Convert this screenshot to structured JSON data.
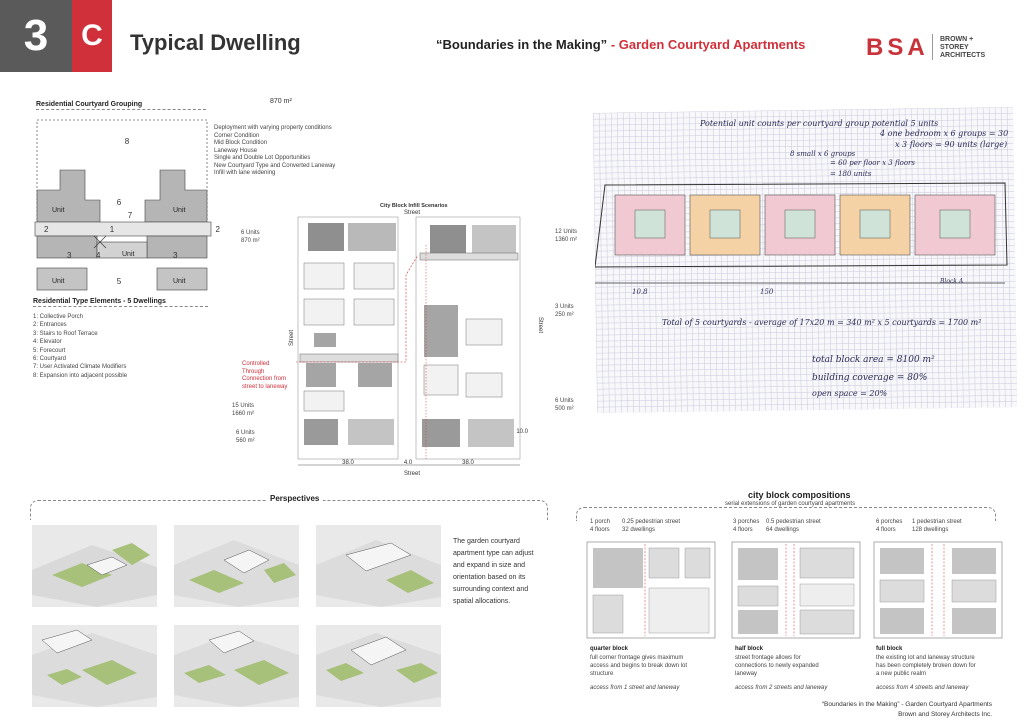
{
  "header": {
    "number": "3",
    "letter": "C",
    "title": "Typical Dwelling",
    "subtitle_quote": "“Boundaries in the Making”",
    "subtitle_rest": "- Garden Courtyard Apartments",
    "logo": "BSA",
    "logo_text_1": "BROWN +",
    "logo_text_2": "STOREY",
    "logo_text_3": "ARCHITECTS"
  },
  "grouping": {
    "title": "Residential Courtyard Grouping",
    "area": "870 m²",
    "notes": [
      "Deployment with varying property conditions",
      "Corner Condition",
      "Mid Block Condition",
      "Laneway House",
      "Single and Double Lot Opportunities",
      "New Courtyard Type and Converted Laneway",
      "Infill with lane widening"
    ],
    "numbers": [
      "8",
      "6",
      "7",
      "1",
      "2",
      "2",
      "3",
      "4",
      "3",
      "5"
    ],
    "unit_label": "Unit"
  },
  "type_elements": {
    "title": "Residential Type Elements - 5 Dwellings",
    "items": [
      "1: Collective Porch",
      "2: Entrances",
      "3: Stairs to Roof Terrace",
      "4: Elevator",
      "5: Forecourt",
      "6: Courtyard",
      "7: User Activated Climate Modifiers",
      "8: Expansion into adjacent possible"
    ]
  },
  "infill": {
    "title": "City Block Infill Scenarios",
    "street_top": "Street",
    "street_bottom": "Street",
    "street_left": "Street",
    "street_right": "Street",
    "left_labels": [
      {
        "u": "6 Units",
        "a": "870 m²"
      },
      {
        "u": "15 Units",
        "a": "1660 m²"
      },
      {
        "u": "6 Units",
        "a": "560 m²"
      }
    ],
    "controlled_1": "Controlled",
    "controlled_2": "Through",
    "controlled_3": "Connection from",
    "controlled_4": "street to laneway",
    "right_labels": [
      {
        "u": "12 Units",
        "a": "1360 m²"
      },
      {
        "u": "3 Units",
        "a": "250 m²"
      },
      {
        "u": "6 Units",
        "a": "500 m²"
      }
    ],
    "dims": [
      "38.0",
      "4.0",
      "38.0",
      "10.0"
    ]
  },
  "sketch": {
    "notes": [
      "Potential unit counts per courtyard group potential 5 units",
      "4 one bedroom x 6 groups = 30",
      "x 3 floors = 90 units (large)",
      "8 small x 6 groups",
      "= 60 per floor x 3 floors",
      "= 180 units",
      "Total of 5 courtyards - average of 17x20 m = 340 m² x 5 courtyards = 1700 m²",
      "total block area = 8100 m²",
      "building coverage = 80%",
      "open space = 20%",
      "Block A",
      "150",
      "10.8"
    ]
  },
  "perspectives": {
    "title": "Perspectives",
    "caption": [
      "The garden courtyard",
      "apartment type can adjust",
      "and expand in size and",
      "orientation based on its",
      "surrounding context and",
      "spatial allocations."
    ]
  },
  "compositions": {
    "title": "city block compositions",
    "subtitle": "serial extensions of garden courtyard apartments",
    "items": [
      {
        "l1": "1 porch",
        "l2": "4 floors",
        "r1": "0.25 pedestrian street",
        "r2": "32 dwellings",
        "name": "quarter block",
        "desc": [
          "full corner frontage gives maximum",
          "access and begins to break down lot",
          "structure"
        ],
        "access": "access from 1 street and laneway"
      },
      {
        "l1": "3 porches",
        "l2": "4 floors",
        "r1": "0.5 pedestrian street",
        "r2": "64 dwellings",
        "name": "half block",
        "desc": [
          "street frontage allows for",
          "connections to newly expanded",
          "laneway"
        ],
        "access": "access from 2 streets and laneway"
      },
      {
        "l1": "6 porches",
        "l2": "4 floors",
        "r1": "1 pedestrian street",
        "r2": "128 dwellings",
        "name": "full block",
        "desc": [
          "the existing lot and laneway structure",
          "has been completely broken down for",
          "a new public realm"
        ],
        "access": "access from 4 streets and laneway"
      }
    ]
  },
  "footer": {
    "line1": "“Boundaries in the Making” - Garden Courtyard Apartments",
    "line2": "Brown and Storey Architects Inc."
  },
  "colors": {
    "accent": "#d0303a",
    "dark": "#5a5a5a",
    "logo": "#c8323a"
  }
}
